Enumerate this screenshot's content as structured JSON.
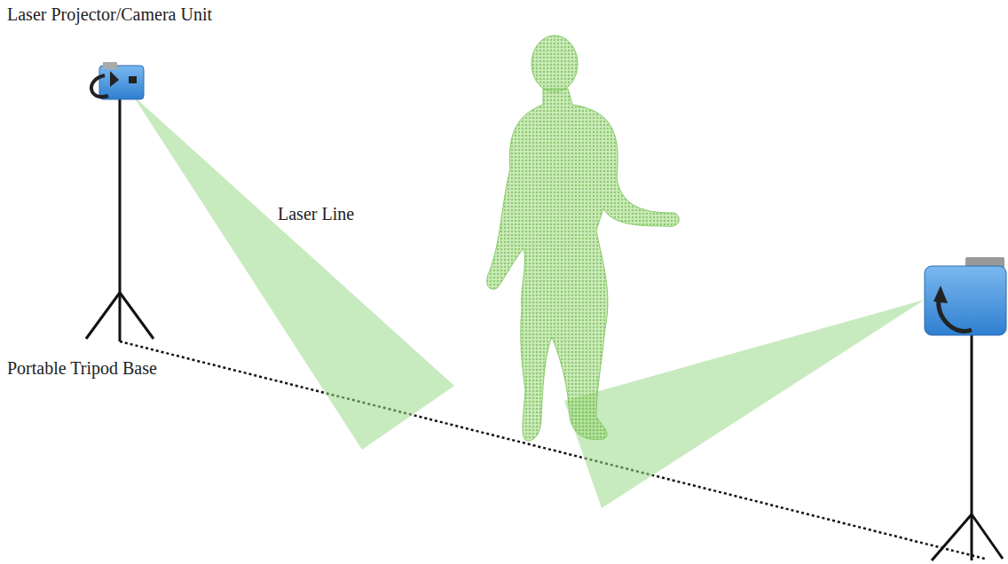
{
  "diagram": {
    "labels": [
      "Laser Projector/Camera Unit",
      "Laser Line",
      "Portable Tripod Base"
    ]
  }
}
